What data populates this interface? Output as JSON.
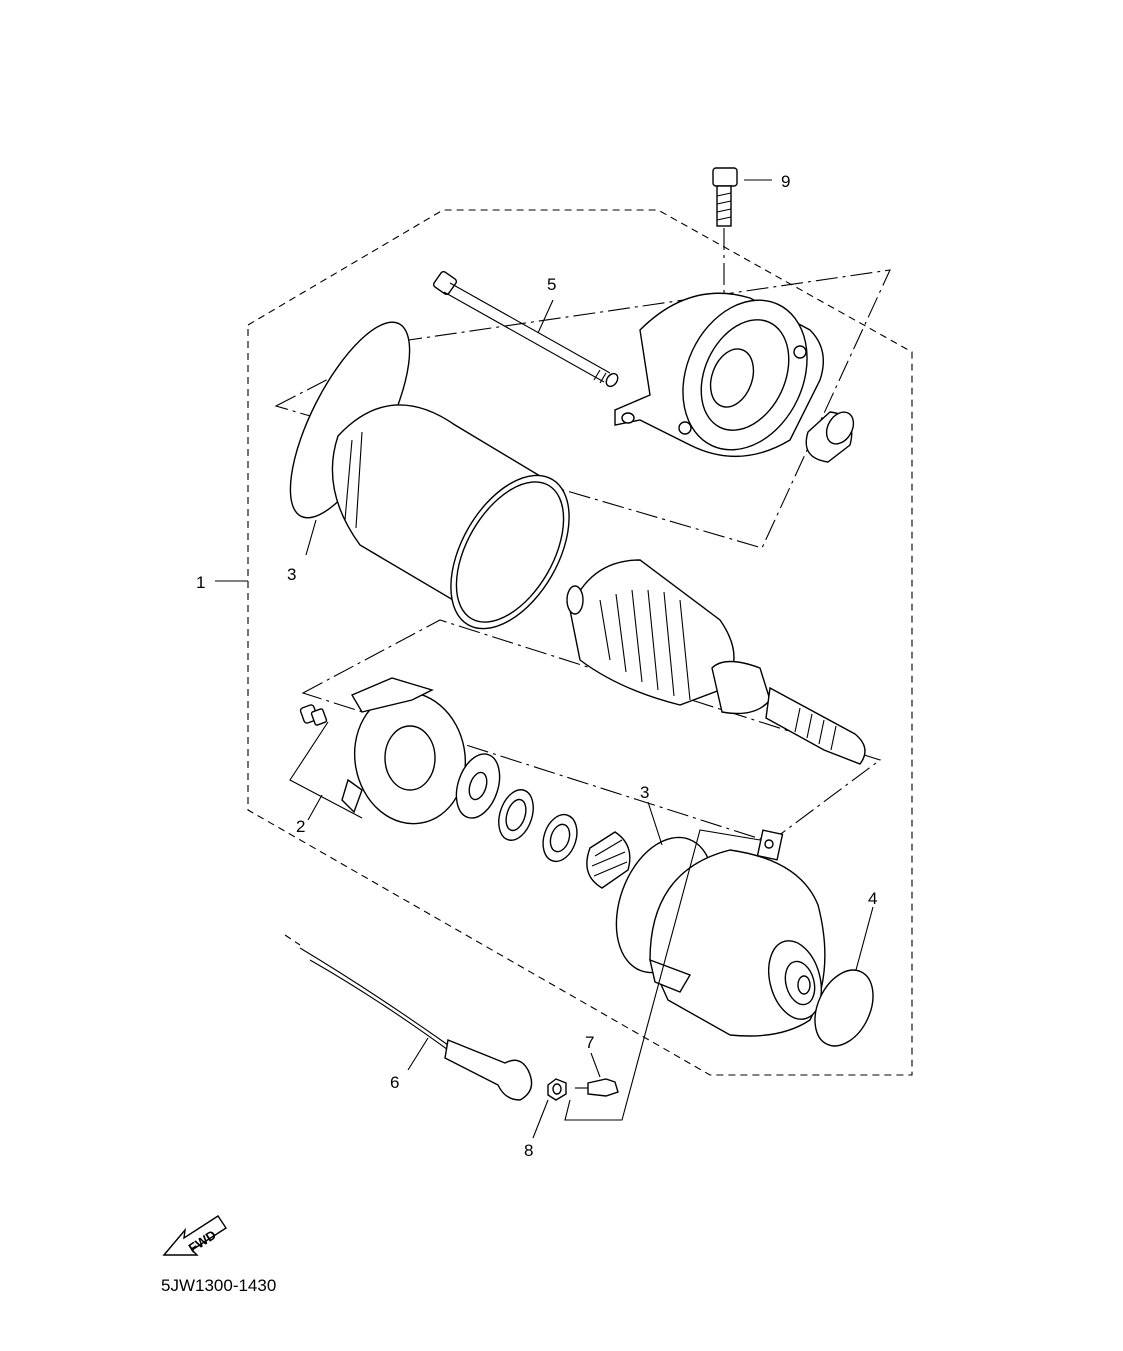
{
  "callouts": {
    "c1": "1",
    "c2": "2",
    "c3a": "3",
    "c3b": "3",
    "c4": "4",
    "c5": "5",
    "c6": "6",
    "c7": "7",
    "c8": "8",
    "c9": "9"
  },
  "fwd_label": "FWD",
  "diagram_code": "5JW1300-1430",
  "icons": [
    "fwd-arrow-icon"
  ]
}
